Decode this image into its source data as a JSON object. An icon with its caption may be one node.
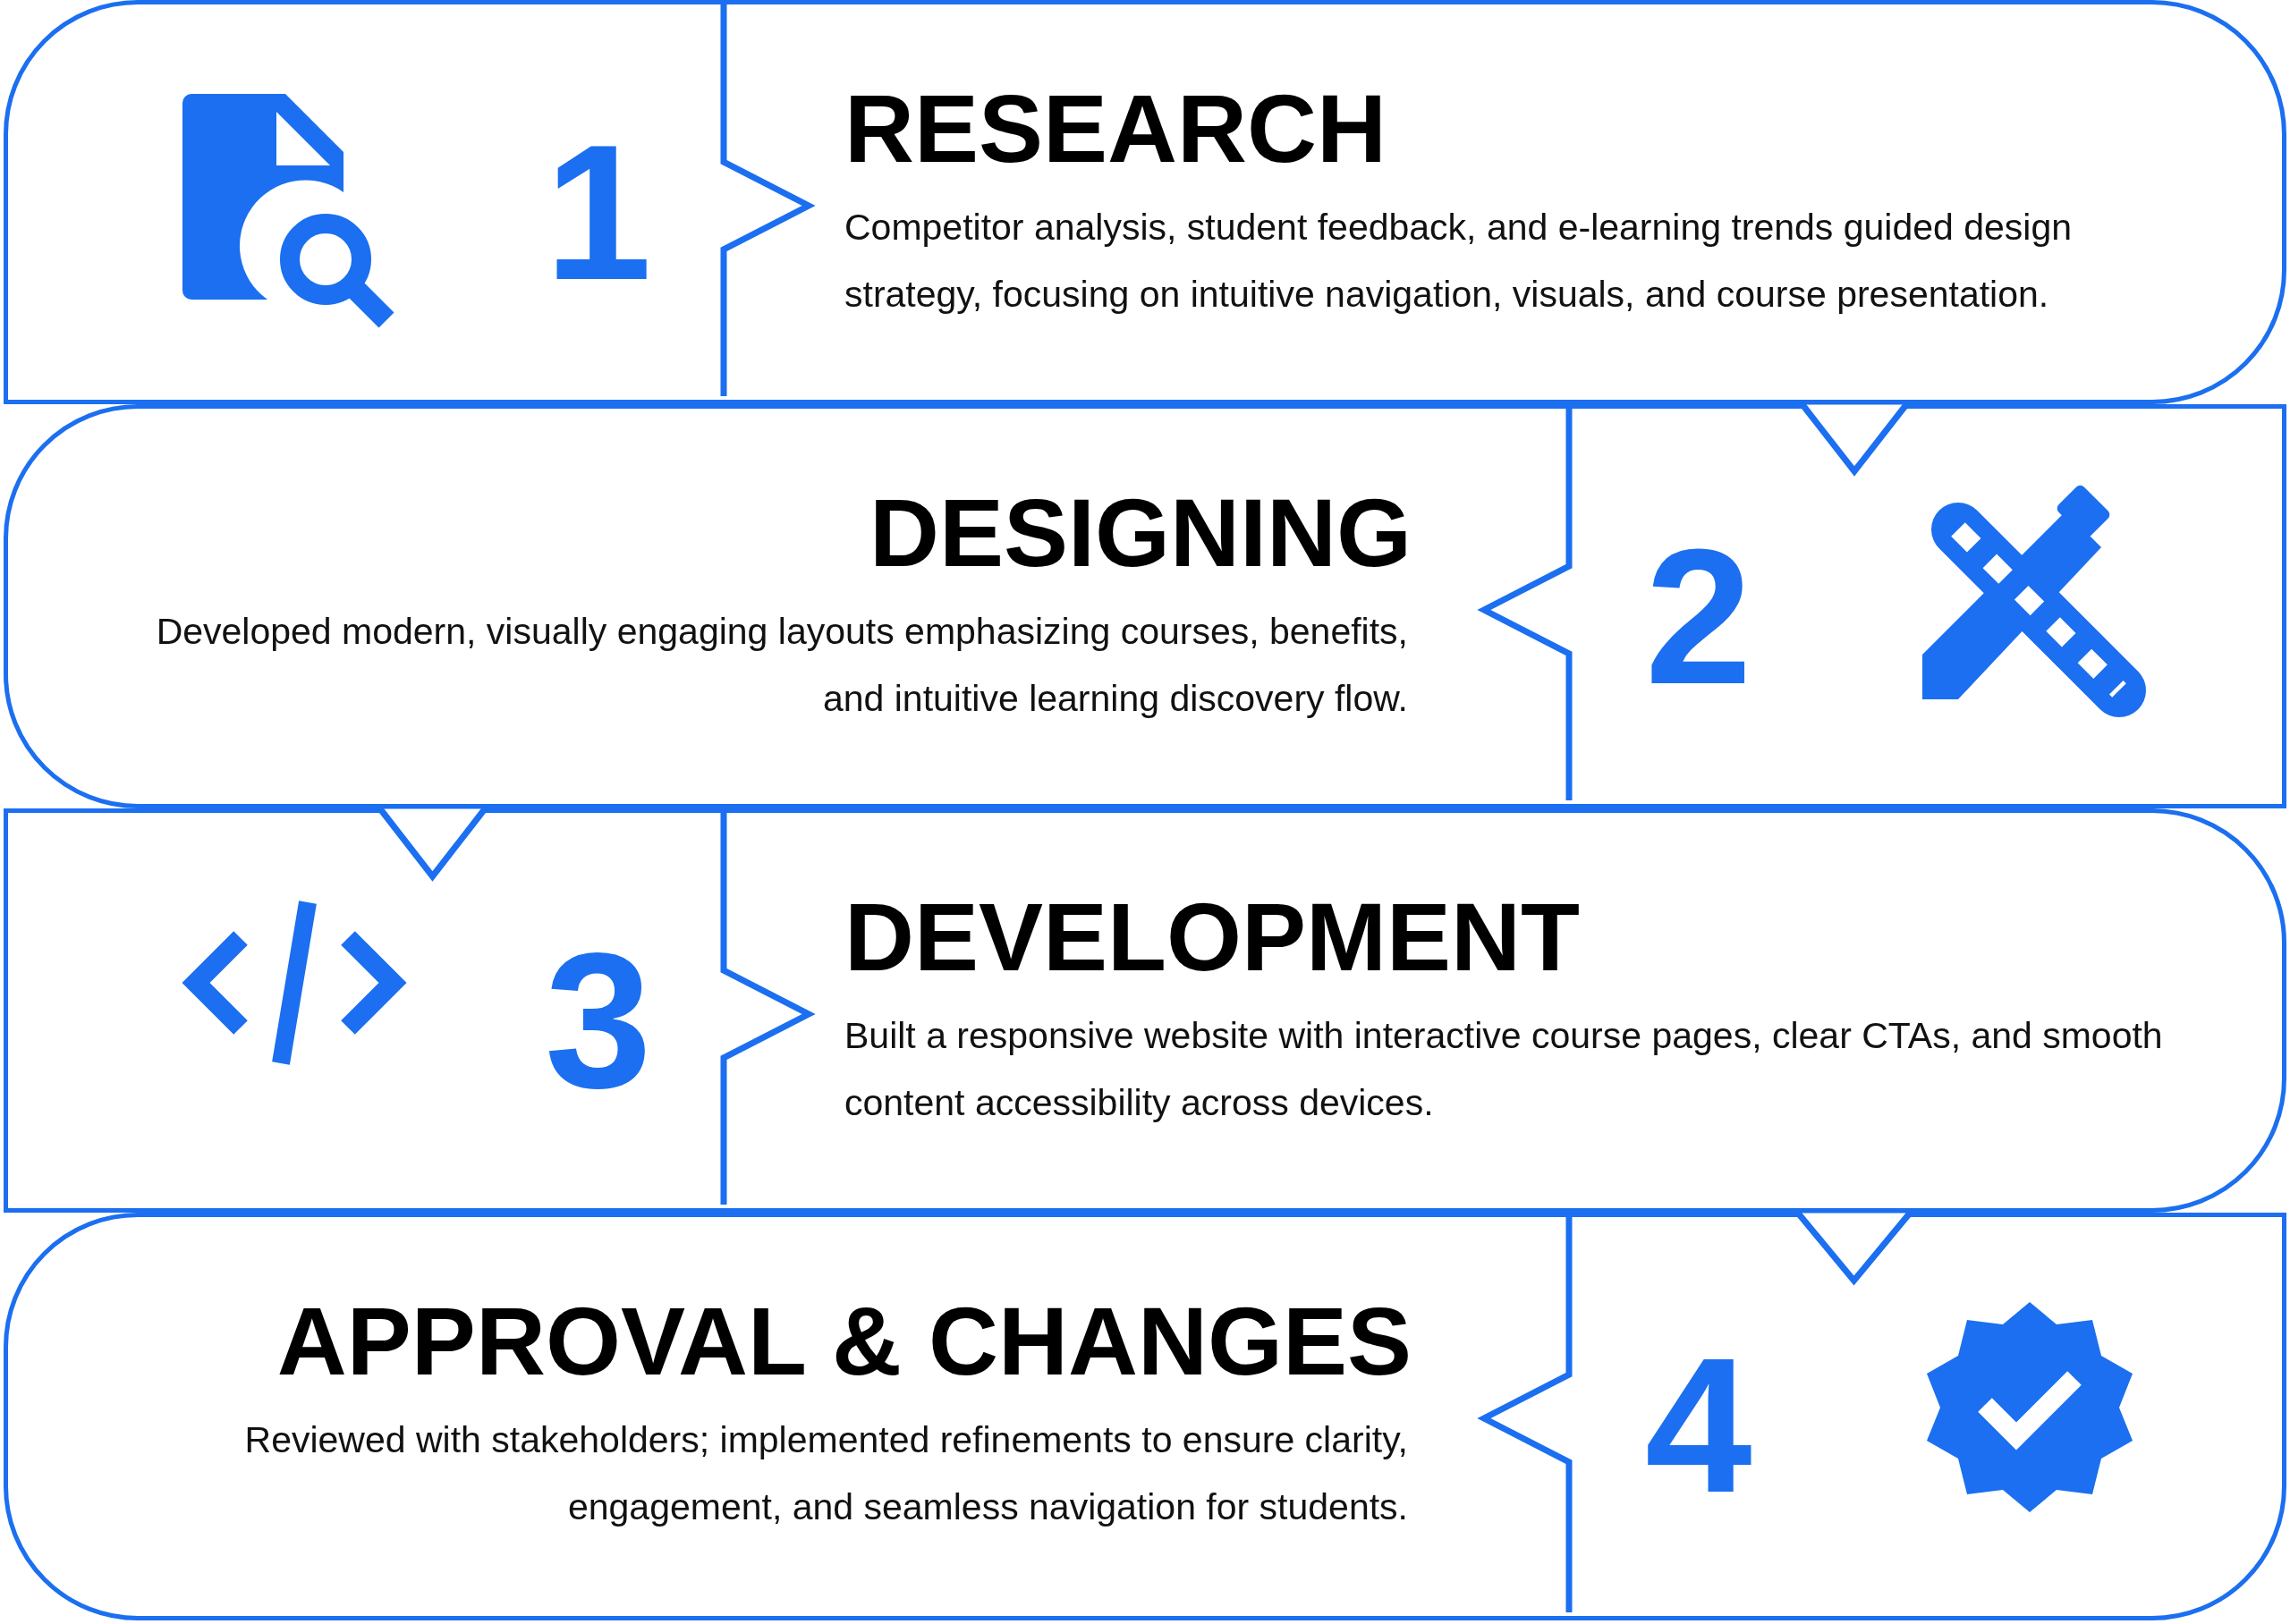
{
  "diagram": {
    "nodes": [
      {
        "text": [
          "1",
          "RESEARCH",
          "Competitor analysis, student feedback, and e-learning trends guided design strategy, focusing on intuitive navigation, visuals, and course presentation."
        ]
      },
      {
        "text": [
          "2",
          "DESIGNING",
          "Developed modern, visually engaging layouts emphasizing courses, benefits, and intuitive learning discovery flow."
        ]
      },
      {
        "text": [
          "3",
          "DEVELOPMENT",
          "Built a responsive website with interactive course pages, clear CTAs, and smooth content accessibility across devices."
        ]
      },
      {
        "text": [
          "4",
          "APPROVAL & CHANGES",
          "Reviewed with stakeholders; implemented refinements to ensure clarity, engagement, and seamless navigation for students."
        ]
      }
    ]
  }
}
